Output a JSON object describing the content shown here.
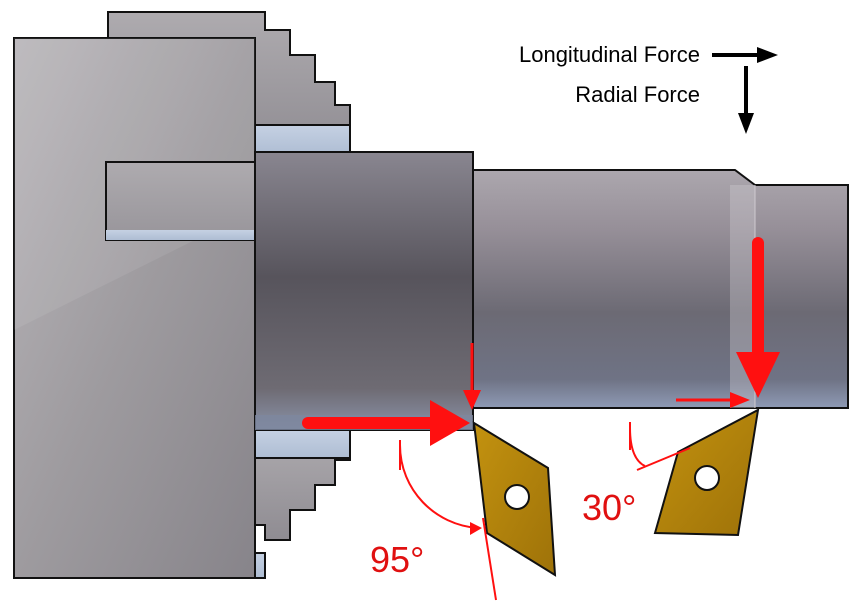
{
  "legend": {
    "longitudinal_label": "Longitudinal Force",
    "radial_label": "Radial Force"
  },
  "angles": {
    "left_angle": "95°",
    "right_angle": "30°"
  },
  "colors": {
    "force_arrow": "#ff1010",
    "legend_arrow": "#000000",
    "insert": "#b5830e",
    "angle_text": "#e01010"
  }
}
